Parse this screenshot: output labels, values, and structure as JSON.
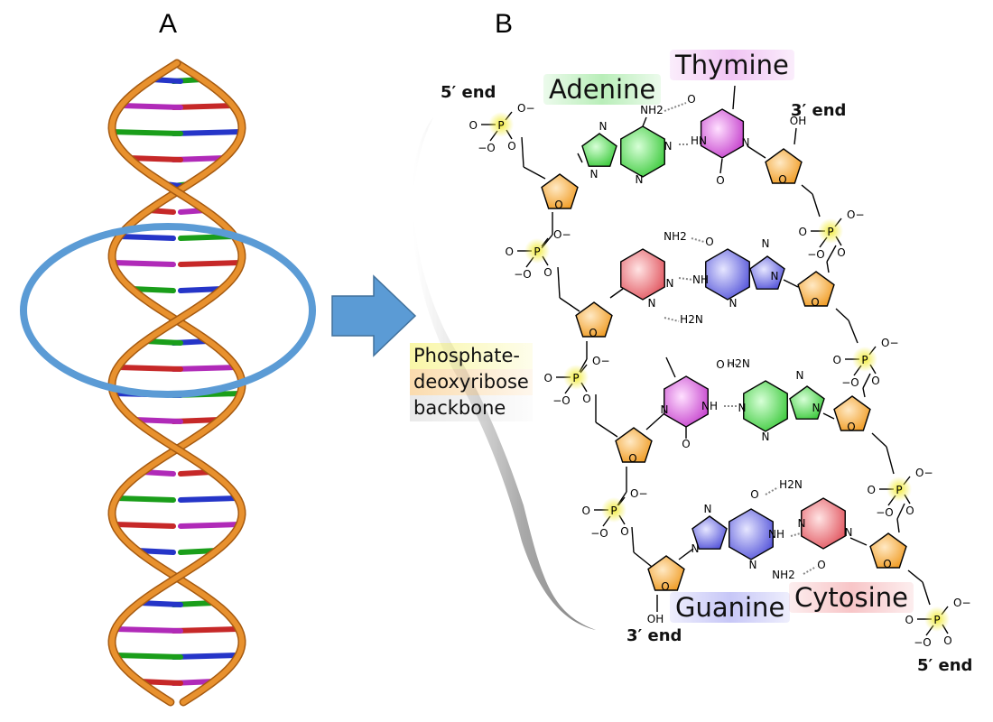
{
  "panels": {
    "a_label": "A",
    "b_label": "B"
  },
  "bases": {
    "adenine": "Adenine",
    "thymine": "Thymine",
    "guanine": "Guanine",
    "cytosine": "Cytosine"
  },
  "ends": {
    "top_left": "5′ end",
    "top_right": "3′ end",
    "bottom_left": "3′ end",
    "bottom_right": "5′ end"
  },
  "backbone": {
    "line1": "Phosphate-",
    "line2": "deoxyribose",
    "line3": "backbone"
  },
  "atoms": {
    "nh2": "NH2",
    "h2n": "H2N",
    "nh": "NH",
    "hn": "HN",
    "n": "N",
    "o": "O",
    "oh": "OH",
    "p": "P",
    "o_minus": "O−",
    "minus_o": "−O"
  },
  "colors": {
    "adenine": "#7fe07f",
    "thymine": "#e28ae8",
    "guanine": "#8f8fef",
    "cytosine": "#f08c90",
    "sugar": "#f6b04a",
    "phosphate_glow": "#f2ec3c",
    "helix_backbone": "#e08a2a",
    "highlight_ellipse": "#5b9bd5",
    "arrow": "#5b9bd5"
  }
}
